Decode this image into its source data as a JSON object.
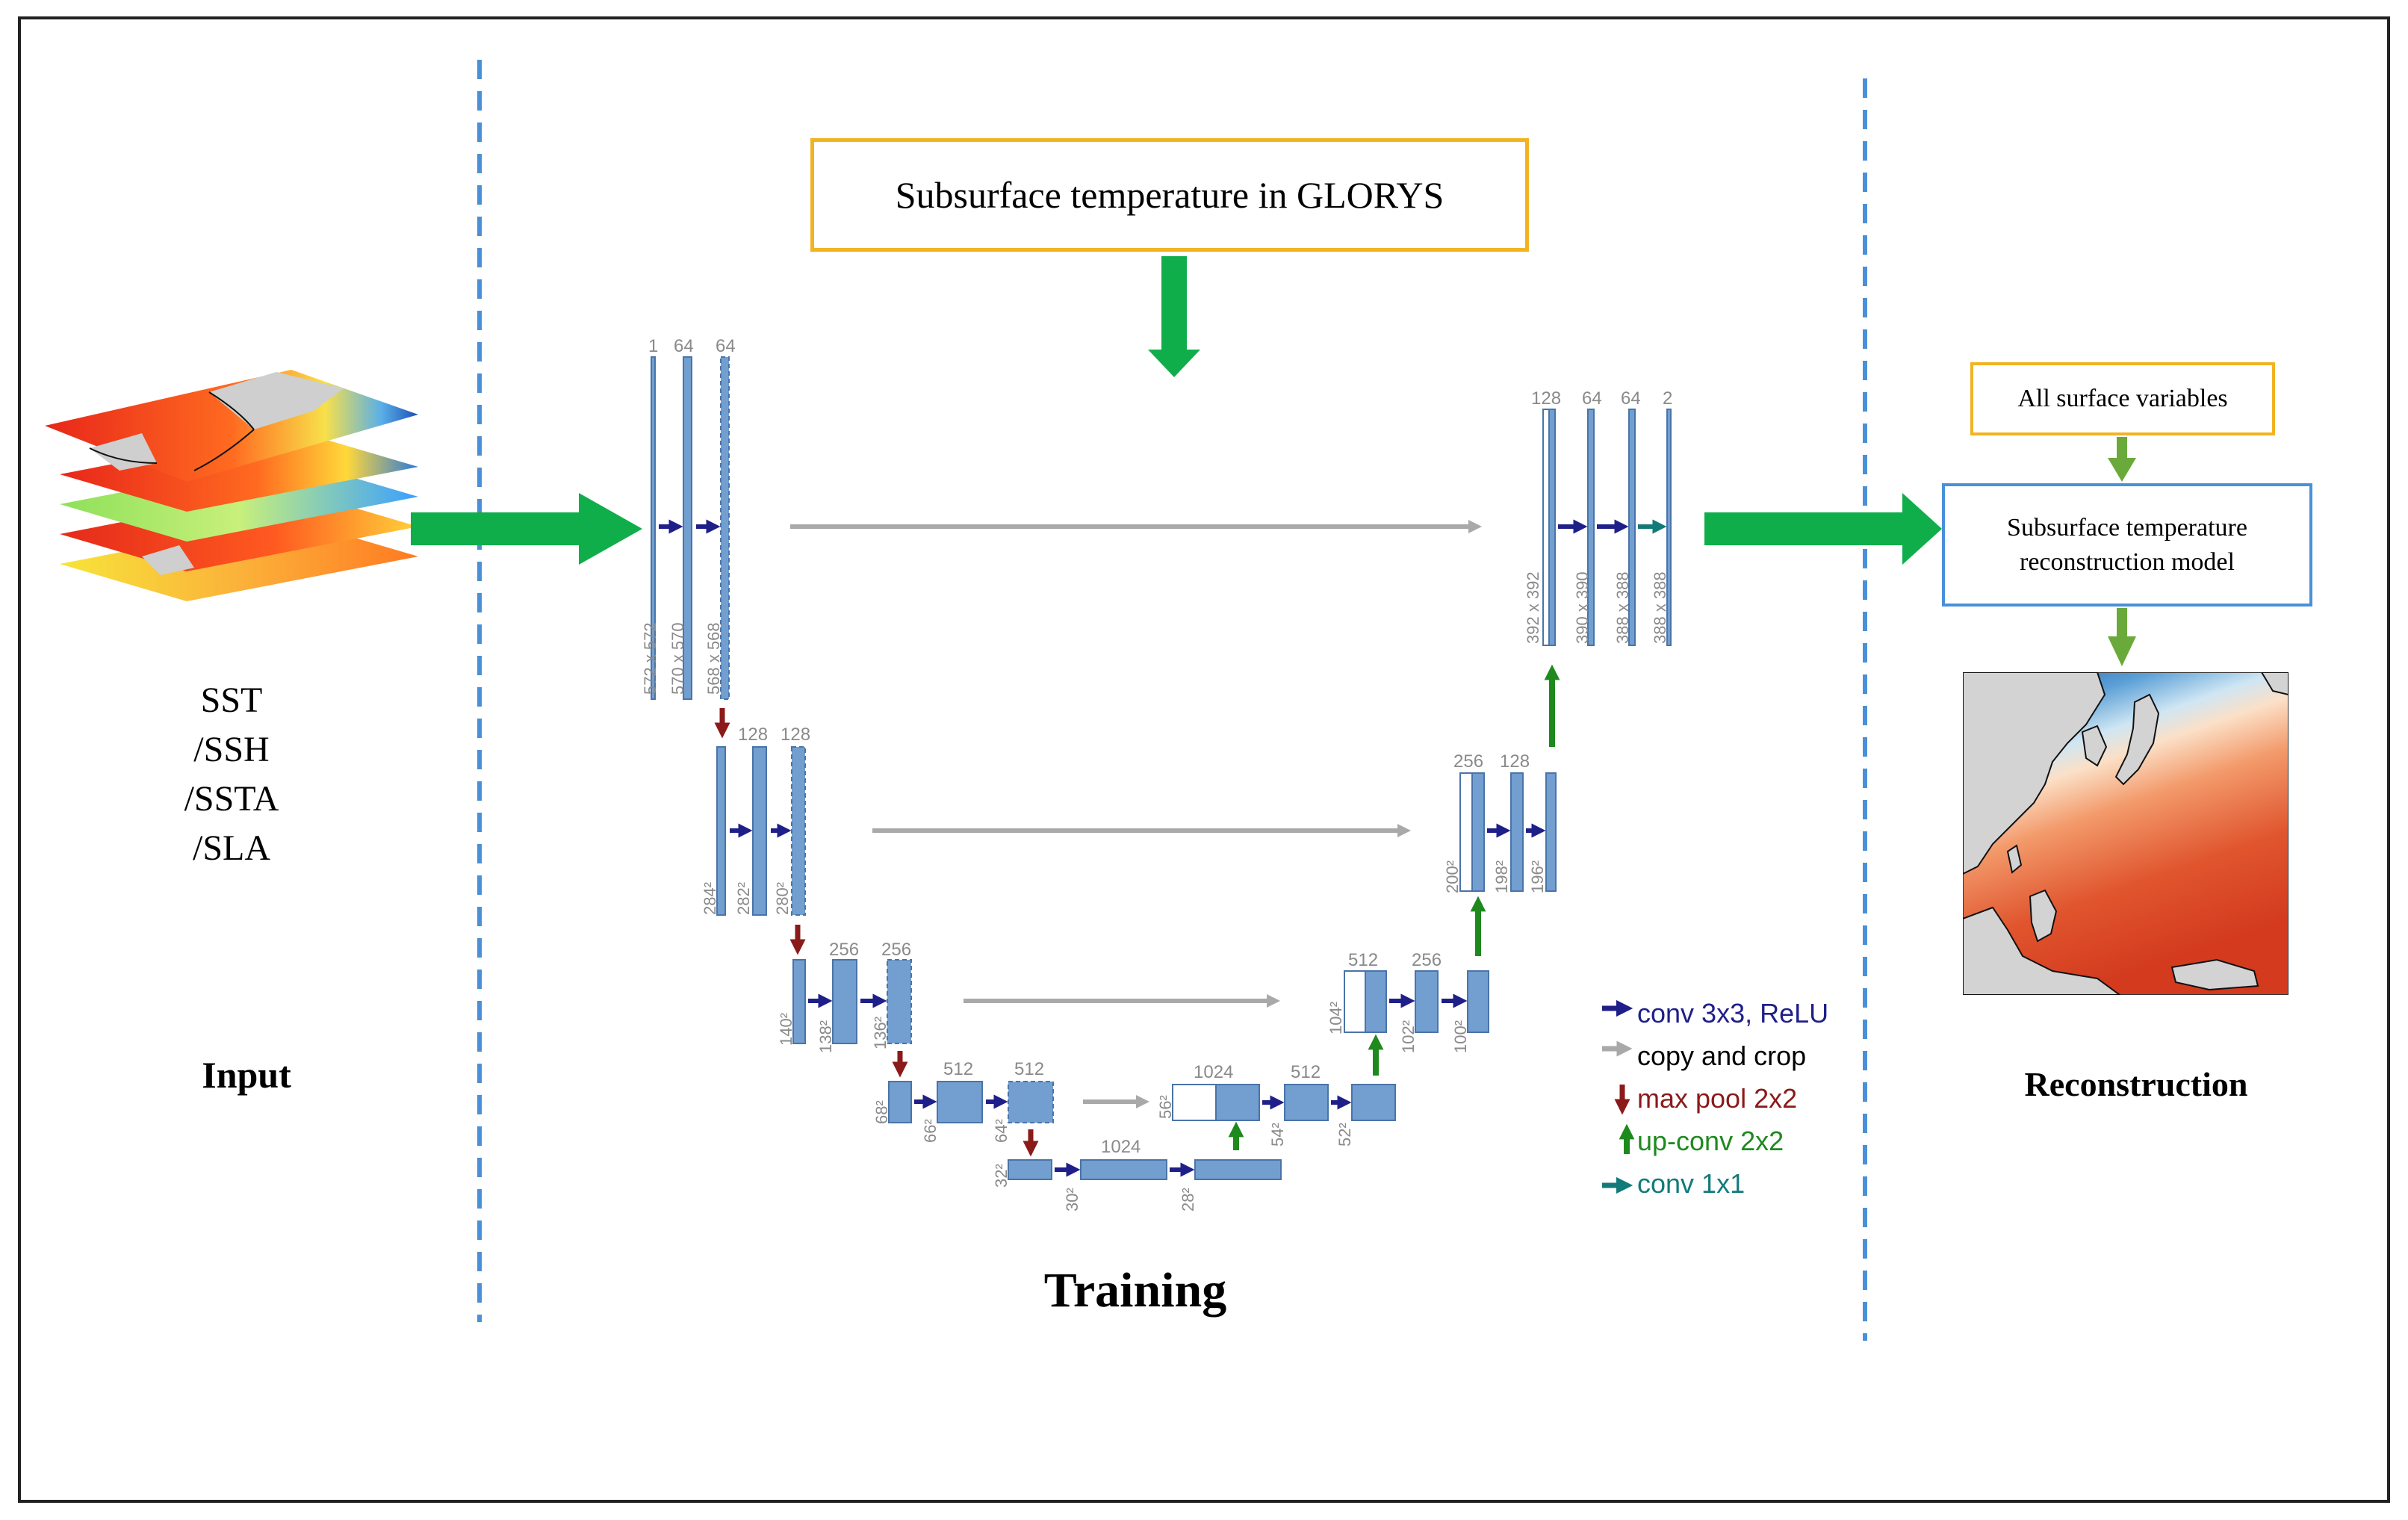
{
  "input": {
    "variables": [
      "SST",
      "/SSH",
      "/SSTA",
      "/SLA"
    ],
    "label": "Input"
  },
  "training": {
    "label": "Training",
    "target_box": "Subsurface temperature in GLORYS"
  },
  "reconstruction": {
    "label": "Reconstruction",
    "surface_box": "All surface variables",
    "model_box": [
      "Subsurface temperature",
      "reconstruction model"
    ]
  },
  "unet": {
    "channels": {
      "l1_in": "1",
      "l1_a": "64",
      "l1_b": "64",
      "l2_a": "128",
      "l2_b": "128",
      "l3_a": "256",
      "l3_b": "256",
      "l4_a": "512",
      "l4_b": "512",
      "l5": "1024",
      "u4_a": "1024",
      "u4_b": "512",
      "u3_a": "512",
      "u3_b": "256",
      "u2_a": "256",
      "u2_b": "128",
      "u1_a": "128",
      "u1_b": "64",
      "u1_c": "64",
      "u1_out": "2"
    },
    "sizes": {
      "l1_in": "572 x 572",
      "l1_a": "570 x 570",
      "l1_b": "568 x 568",
      "l2_in": "284²",
      "l2_a": "282²",
      "l2_b": "280²",
      "l3_in": "140²",
      "l3_a": "138²",
      "l3_b": "136²",
      "l4_in": "68²",
      "l4_a": "66²",
      "l4_b": "64²",
      "l5_in": "32²",
      "l5_a": "30²",
      "l5_b": "28²",
      "u4_in": "56²",
      "u4_a": "54²",
      "u4_b": "52²",
      "u3_in": "104²",
      "u3_a": "102²",
      "u3_b": "100²",
      "u2_in": "200²",
      "u2_a": "198²",
      "u2_b": "196²",
      "u1_in": "392 x 392",
      "u1_a": "390 x 390",
      "u1_b": "388 x 388",
      "u1_c": "388 x 388"
    },
    "legend": [
      {
        "label": "conv 3x3, ReLU",
        "color": "#1f1f8a",
        "kind": "right"
      },
      {
        "label": "copy and crop",
        "color": "#000000",
        "arrow_color": "#a9a9a9",
        "kind": "right"
      },
      {
        "label": "max pool 2x2",
        "color": "#8b1a1a",
        "kind": "down"
      },
      {
        "label": "up-conv 2x2",
        "color": "#1e8a1e",
        "kind": "up"
      },
      {
        "label": "conv 1x1",
        "color": "#137a7a",
        "kind": "right"
      }
    ]
  },
  "colors": {
    "flow_arrow": "#0fae4b",
    "divider": "#4a90d9",
    "target_box_border": "#f2b323",
    "model_box_border": "#4a90d9",
    "small_arrow": "#6aaa3a",
    "feature_map": "#729fcf"
  }
}
